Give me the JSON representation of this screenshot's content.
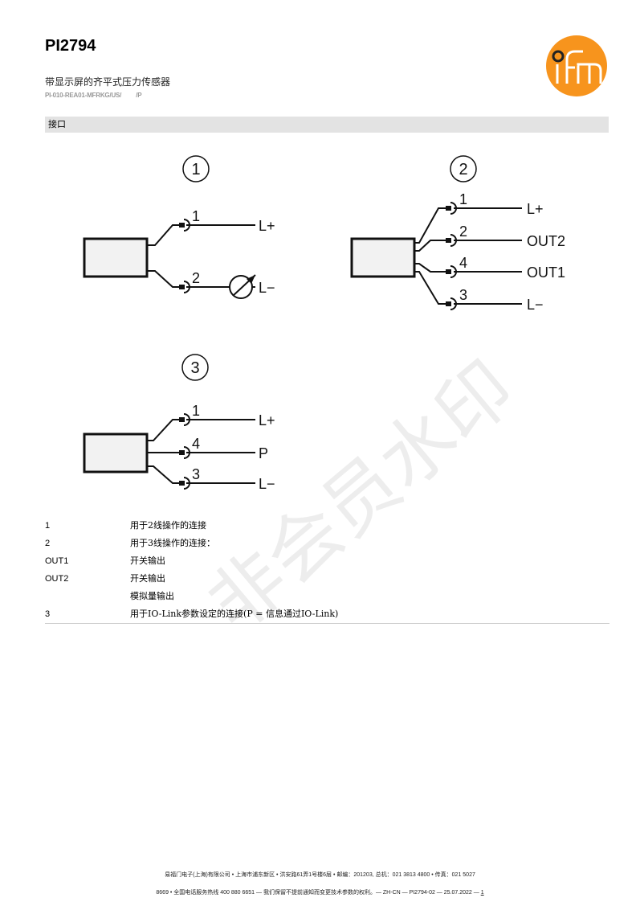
{
  "header": {
    "title": "PI2794",
    "subtitle": "带显示屏的齐平式压力传感器",
    "code_parts": [
      "PI-010-REA01-MFRKG/US/",
      "/P"
    ],
    "logo_text": "ifm",
    "logo_color": "#f7941d"
  },
  "section": {
    "title": "接口"
  },
  "diagrams": [
    {
      "number": "1",
      "pins": [
        {
          "pin": "1",
          "label": "L+"
        },
        {
          "pin": "2",
          "label": "L−"
        }
      ]
    },
    {
      "number": "2",
      "pins": [
        {
          "pin": "1",
          "label": "L+"
        },
        {
          "pin": "2",
          "label": "OUT2"
        },
        {
          "pin": "4",
          "label": "OUT1"
        },
        {
          "pin": "3",
          "label": "L−"
        }
      ]
    },
    {
      "number": "3",
      "pins": [
        {
          "pin": "1",
          "label": "L+"
        },
        {
          "pin": "4",
          "label": "P"
        },
        {
          "pin": "3",
          "label": "L−"
        }
      ]
    }
  ],
  "legend": [
    {
      "key": "1",
      "value": "用于2线操作的连接"
    },
    {
      "key": "2",
      "value": "用于3线操作的连接："
    },
    {
      "key": "OUT1",
      "value": "开关输出"
    },
    {
      "key": "OUT2",
      "value": "开关输出"
    },
    {
      "key": "",
      "value": "模拟量输出"
    },
    {
      "key": "3",
      "value": "用于IO-Link参数设定的连接(P = 信息通过IO-Link)"
    }
  ],
  "watermark": "非会员水印",
  "footer": {
    "line1": "易福门电子(上海)有限公司 • 上海市浦东新区 • 洪安路61弄1号楼6层 • 邮编：201203, 总机：021 3813 4800 • 传真：021 5027",
    "line2": "8669 • 全国电话服务热线 400 880 6651 — 我们保留不提前通知而变更技术参数的权利。— ZH-CN — PI2794-02 — 25.07.2022 —",
    "page": "1"
  }
}
